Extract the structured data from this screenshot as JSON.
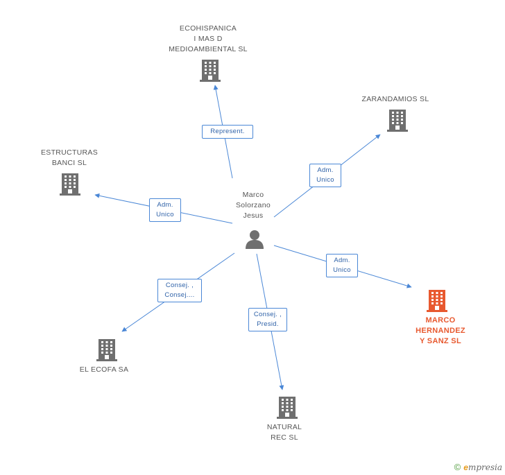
{
  "center": {
    "label": "Marco\nSolorzano\nJesus",
    "icon": "person-icon"
  },
  "nodes": [
    {
      "id": "ecohispanica",
      "label": "ECOHISPANICA\nI MAS D\nMEDIOAMBIENTAL SL",
      "icon": "building-icon",
      "highlight": false
    },
    {
      "id": "zarandamios",
      "label": "ZARANDAMIOS SL",
      "icon": "building-icon",
      "highlight": false
    },
    {
      "id": "estructuras",
      "label": "ESTRUCTURAS\nBANCI SL",
      "icon": "building-icon",
      "highlight": false
    },
    {
      "id": "marco-hernandez",
      "label": "MARCO\nHERNANDEZ\nY SANZ SL",
      "icon": "building-icon",
      "highlight": true
    },
    {
      "id": "el-ecofa",
      "label": "EL ECOFA SA",
      "icon": "building-icon",
      "highlight": false
    },
    {
      "id": "natural-rec",
      "label": "NATURAL\nREC SL",
      "icon": "building-icon",
      "highlight": false
    }
  ],
  "edges": [
    {
      "to": "ecohispanica",
      "label": "Represent."
    },
    {
      "to": "zarandamios",
      "label": "Adm.\nUnico"
    },
    {
      "to": "estructuras",
      "label": "Adm.\nUnico"
    },
    {
      "to": "marco-hernandez",
      "label": "Adm.\nUnico"
    },
    {
      "to": "el-ecofa",
      "label": "Consej. ,\nConsej...."
    },
    {
      "to": "natural-rec",
      "label": "Consej. ,\nPresid."
    }
  ],
  "colors": {
    "edge": "#4a87d6",
    "building": "#6f6f6f",
    "building_highlight": "#e8592f",
    "person": "#6f6f6f"
  },
  "footer": {
    "copyright": "©",
    "brand_initial": "e",
    "brand_rest": "mpresia"
  }
}
